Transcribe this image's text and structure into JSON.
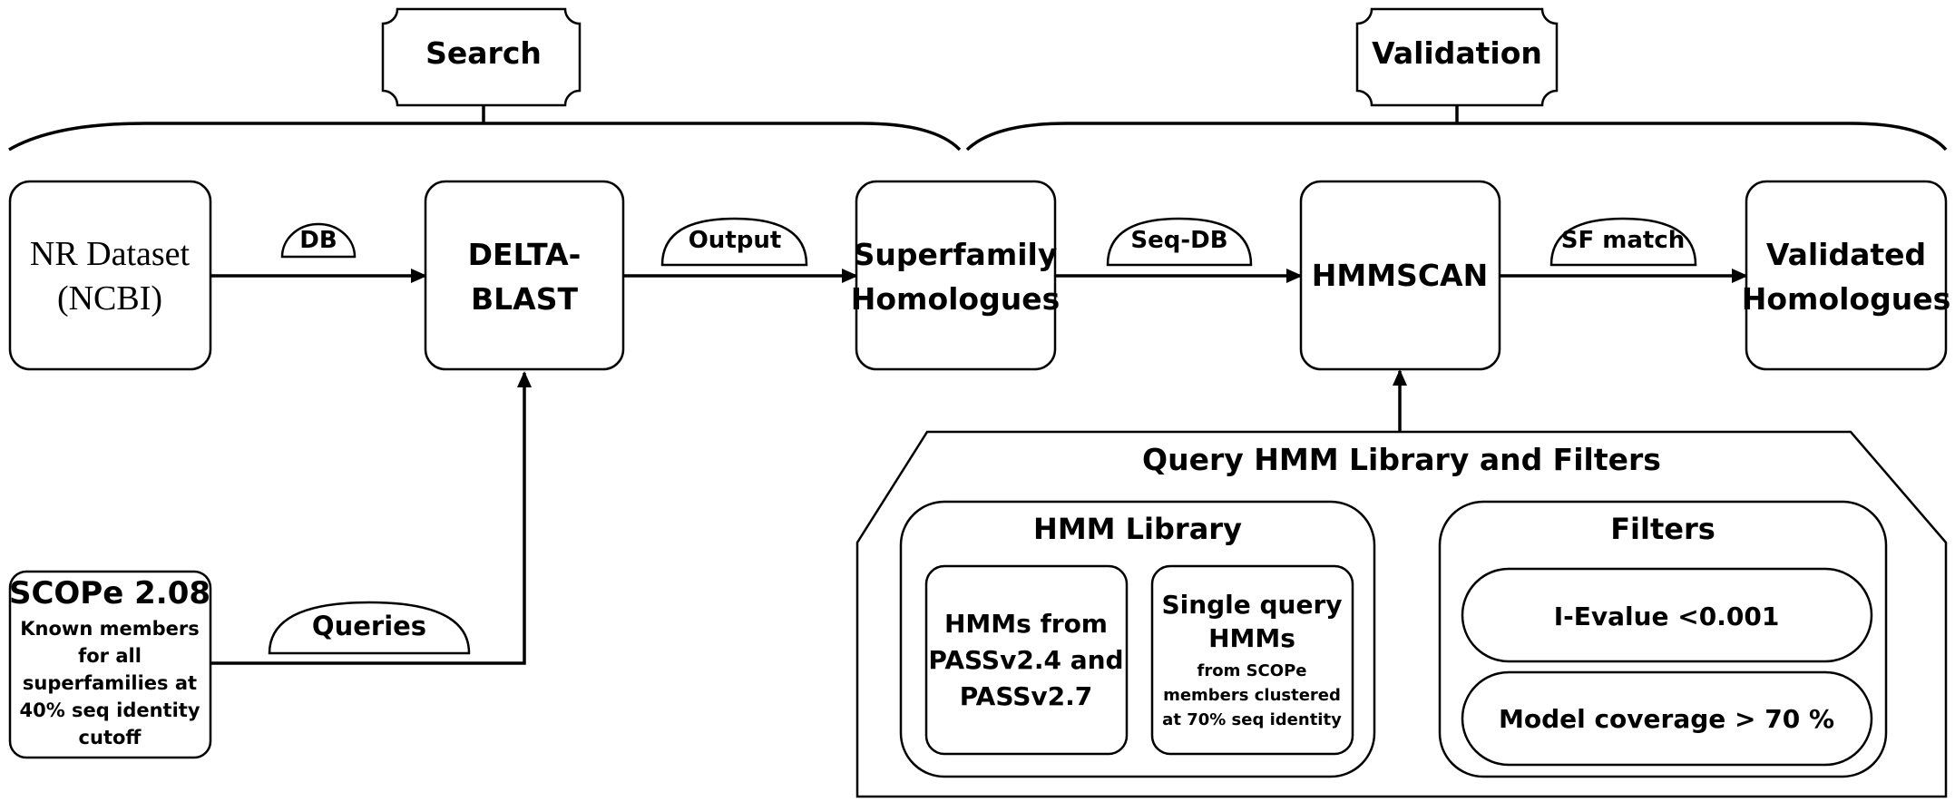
{
  "headers": {
    "search": "Search",
    "validation": "Validation"
  },
  "nodes": {
    "nr_line1": "NR Dataset",
    "nr_line2": "(NCBI)",
    "delta_line1": "DELTA-",
    "delta_line2": "BLAST",
    "super_line1": "Superfamily",
    "super_line2": "Homologues",
    "hmmscan": "HMMSCAN",
    "valid_line1": "Validated",
    "valid_line2": "Homologues",
    "scope_title": "SCOPe 2.08",
    "scope_lines": [
      "Known members",
      "for all",
      "superfamilies at",
      "40% seq identity",
      "cutoff"
    ]
  },
  "edges": {
    "db": "DB",
    "output": "Output",
    "seqdb": "Seq-DB",
    "sfmatch": "SF match",
    "queries": "Queries"
  },
  "library": {
    "title": "Query HMM Library and Filters",
    "hmm_title": "HMM Library",
    "pass_lines": [
      "HMMs from",
      "PASSv2.4 and",
      "PASSv2.7"
    ],
    "single_lines": [
      "Single query",
      "HMMs"
    ],
    "single_small": [
      "from SCOPe",
      "members clustered",
      "at 70% seq identity"
    ],
    "filters_title": "Filters",
    "filter1": "I-Evalue <0.001",
    "filter2": "Model coverage > 70 %"
  }
}
